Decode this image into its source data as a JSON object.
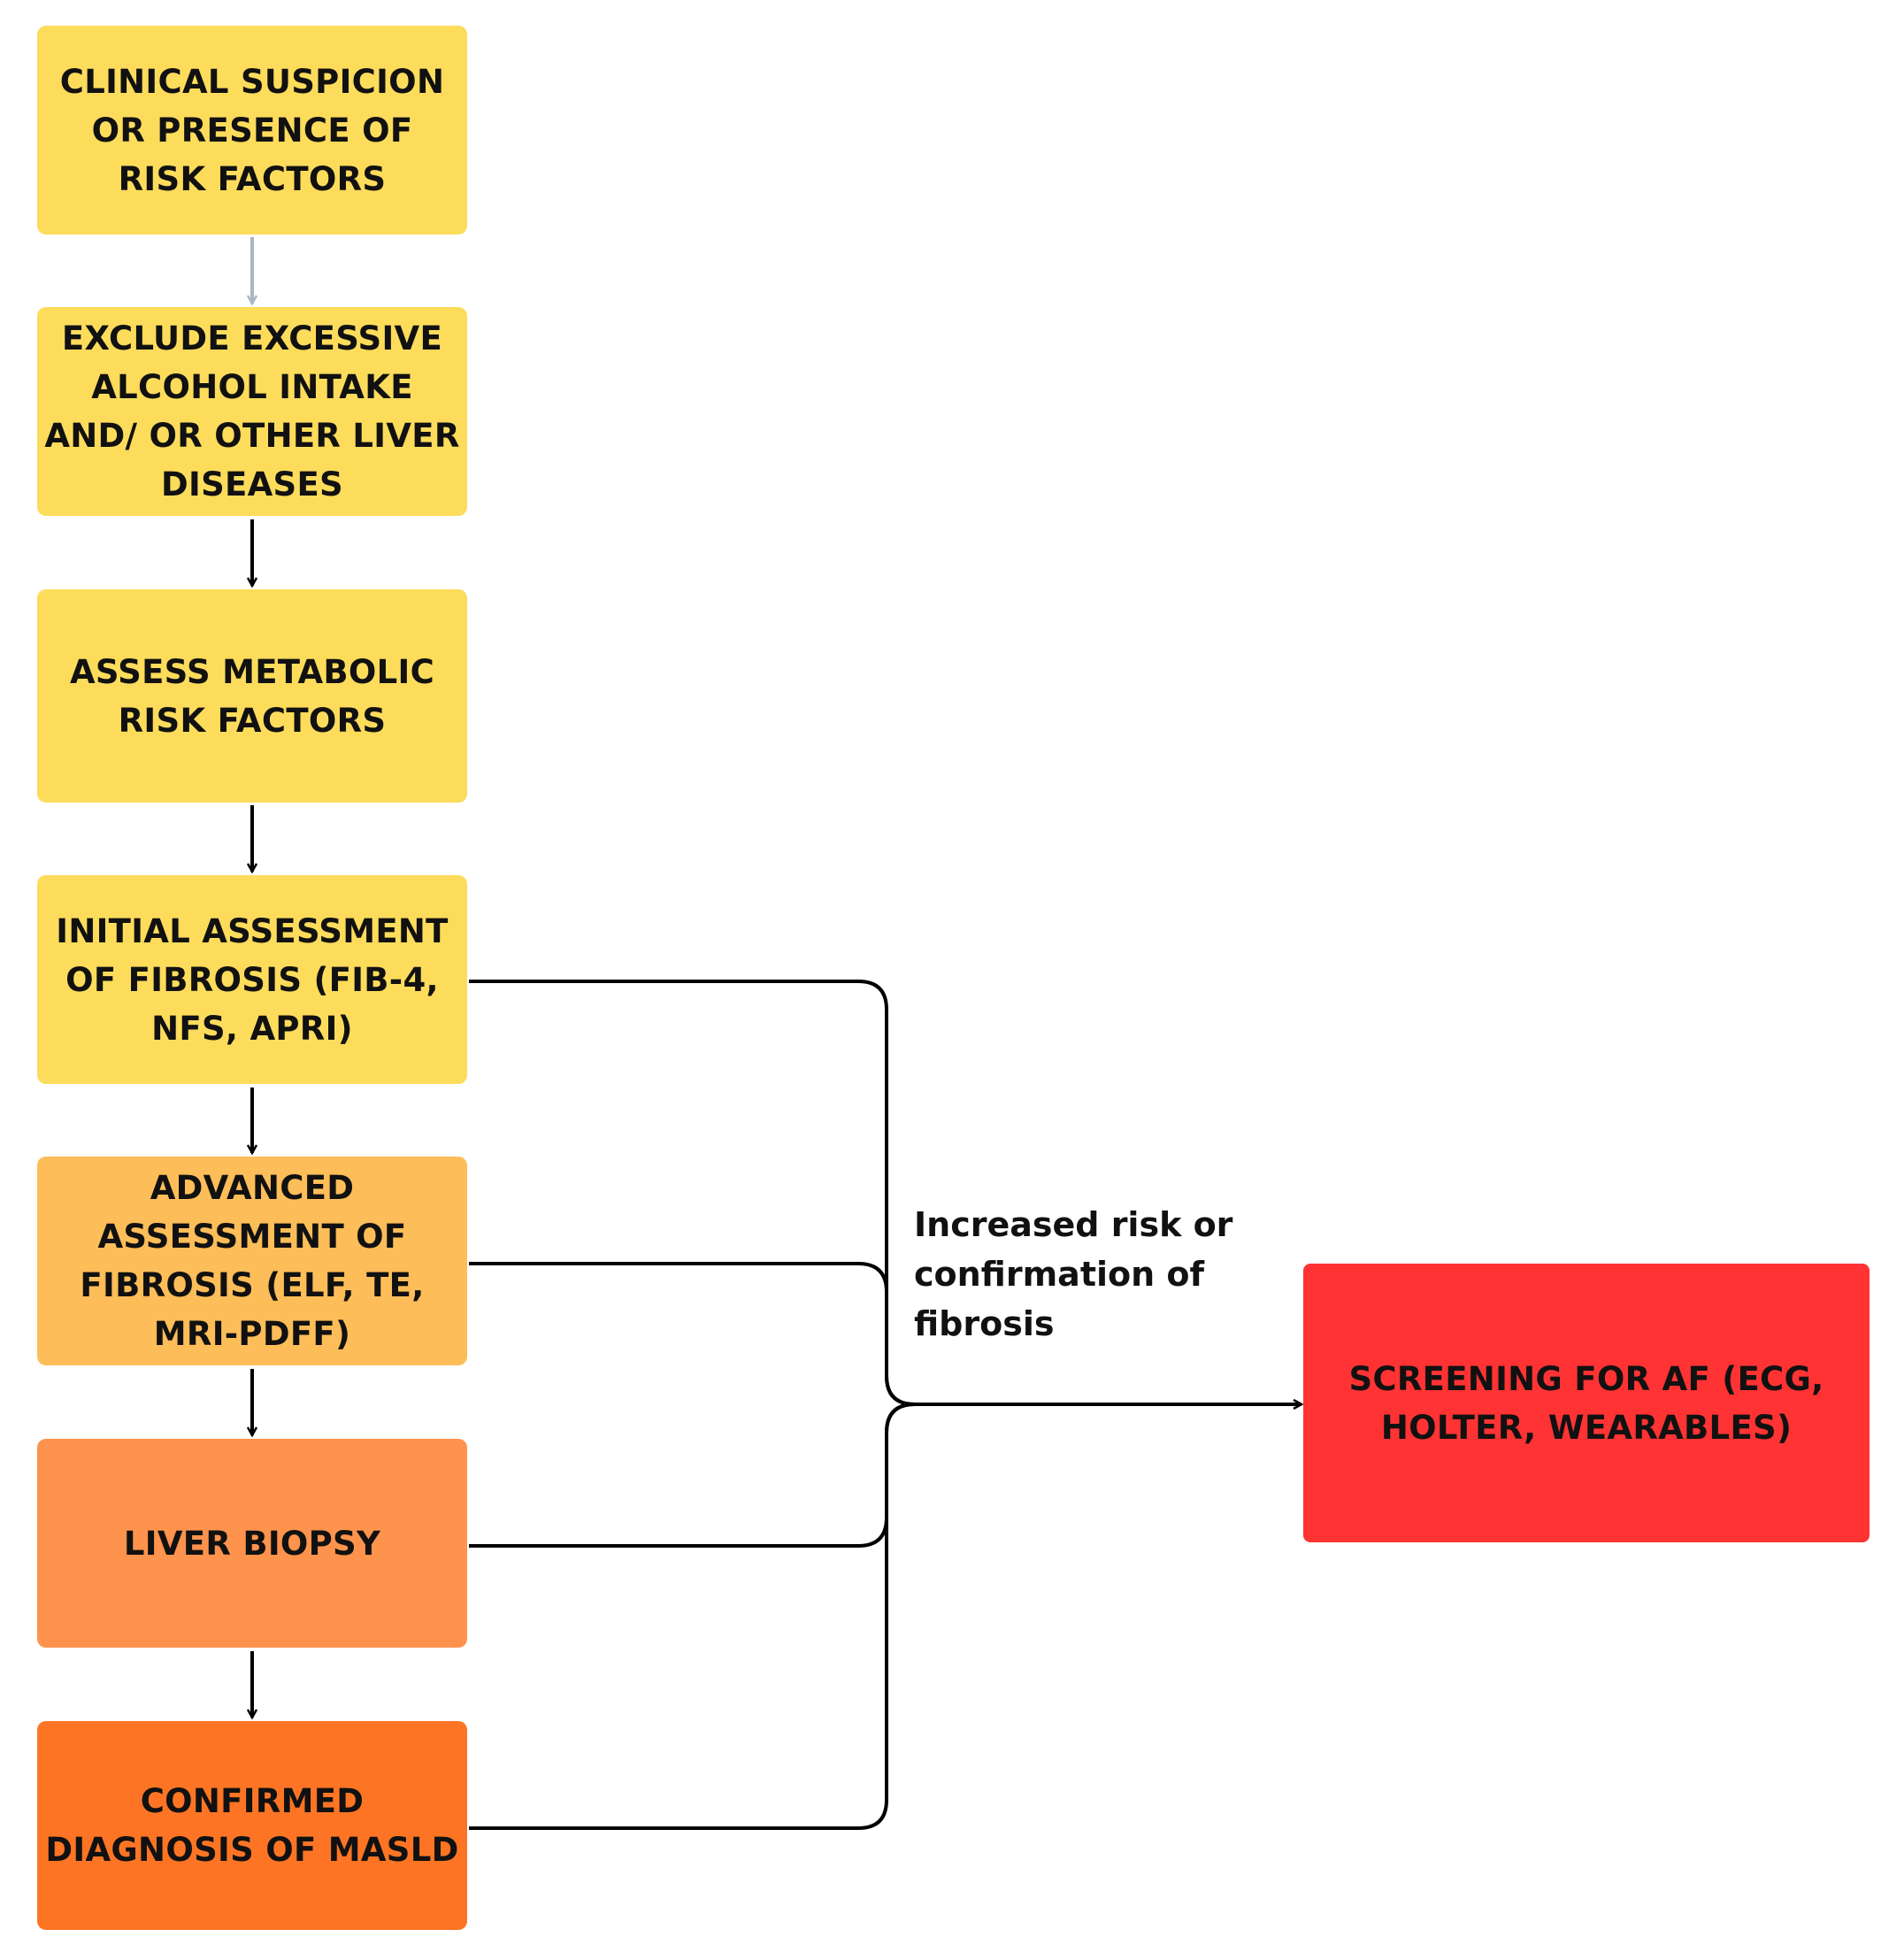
{
  "flow_steps": [
    {
      "label": "CLINICAL SUSPICION OR PRESENCE OF RISK FACTORS",
      "color": "#FDDC5C"
    },
    {
      "label": "EXCLUDE EXCESSIVE ALCOHOL INTAKE AND/ OR OTHER LIVER DISEASES",
      "color": "#FDDC5C"
    },
    {
      "label": "ASSESS METABOLIC RISK FACTORS",
      "color": "#FDDC5C"
    },
    {
      "label": "INITIAL ASSESSMENT OF FIBROSIS (FIB-4, NFS, APRI)",
      "color": "#FDDC5C"
    },
    {
      "label": "ADVANCED ASSESSMENT OF FIBROSIS (ELF, TE, MRI-PDFF)",
      "color": "#FDBD58"
    },
    {
      "label": "LIVER BIOPSY",
      "color": "#FD934C"
    },
    {
      "label": "CONFIRMED DIAGNOSIS OF MASLD",
      "color": "#FD7524"
    }
  ],
  "target": {
    "label": "SCREENING FOR AF (ECG, HOLTER, WEARABLES)",
    "color": "#FF3333"
  },
  "connector_label": "Increased risk or confirmation of fibrosis",
  "colors": {
    "first_arrow": "#A9B6C2",
    "arrow": "#000000"
  }
}
